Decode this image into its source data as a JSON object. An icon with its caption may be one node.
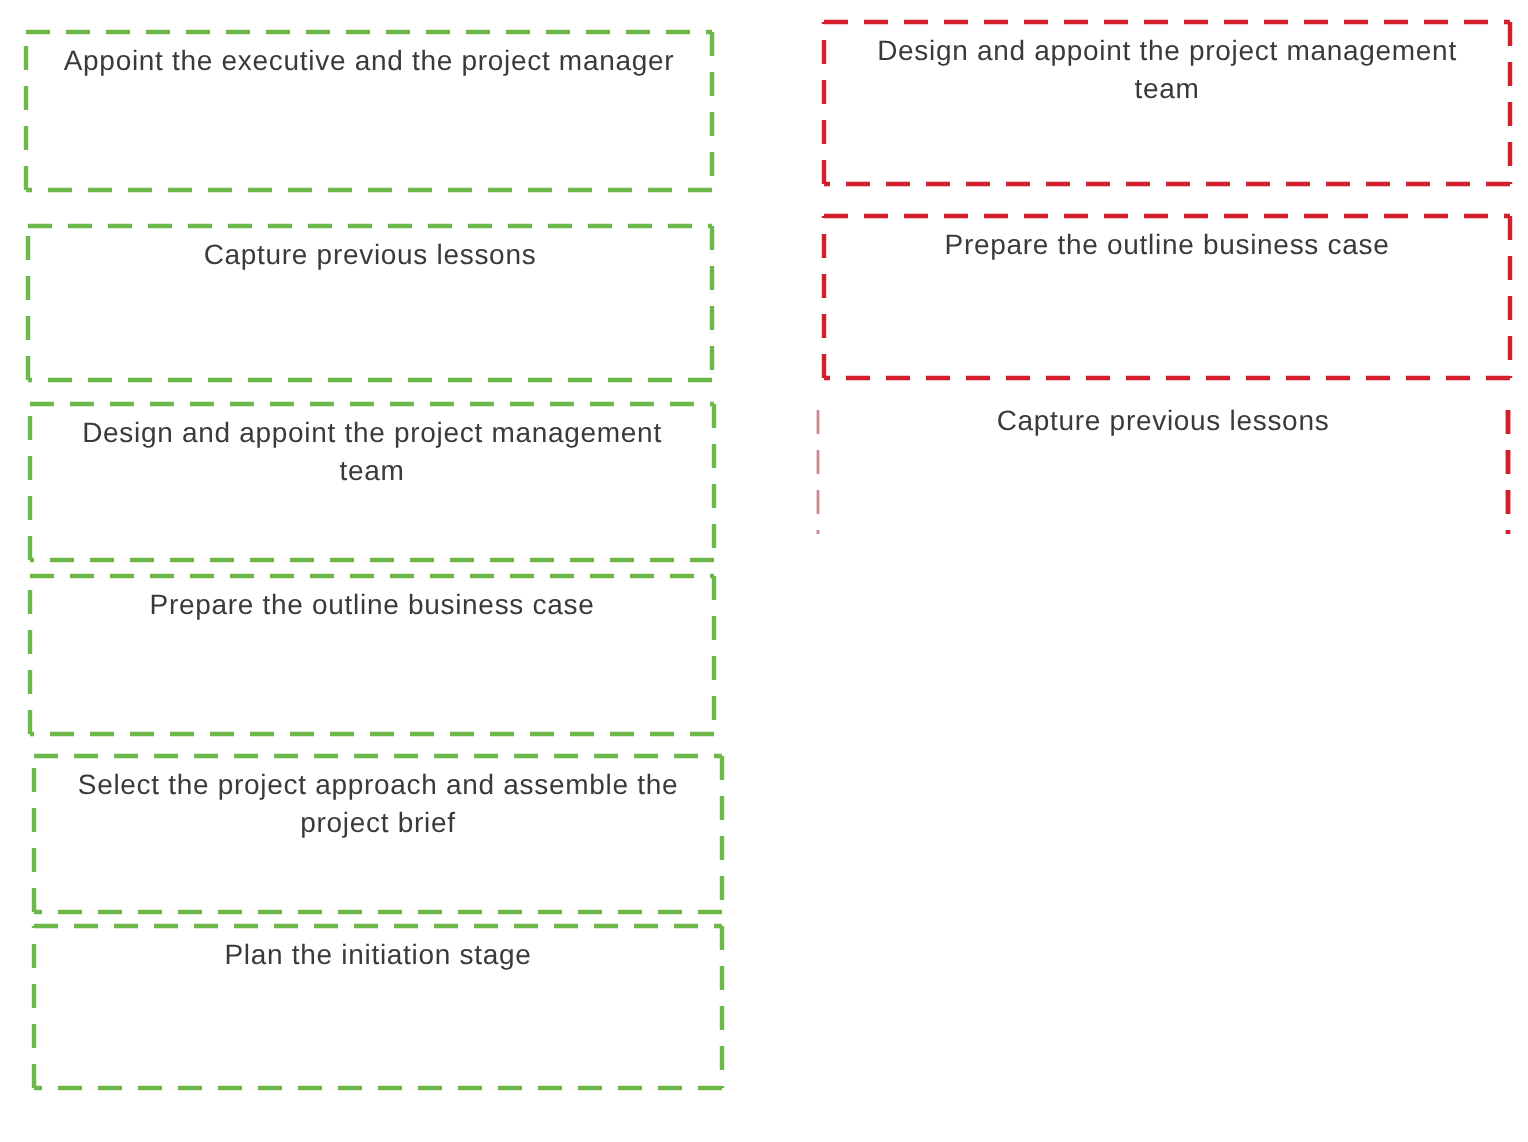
{
  "diagram": {
    "nodes": [
      {
        "text": [
          "Appoint the executive and the project manager"
        ]
      },
      {
        "text": [
          "Capture previous lessons"
        ]
      },
      {
        "text": [
          "Design and appoint the project management team"
        ]
      },
      {
        "text": [
          "Prepare the outline business case"
        ]
      },
      {
        "text": [
          "Select the project approach and assemble the project brief"
        ]
      },
      {
        "text": [
          "Plan the initiation stage"
        ]
      },
      {
        "text": [
          "Design and appoint the project management team"
        ]
      },
      {
        "text": [
          "Prepare the outline business case"
        ]
      },
      {
        "text": [
          "Capture previous lessons"
        ]
      }
    ]
  }
}
